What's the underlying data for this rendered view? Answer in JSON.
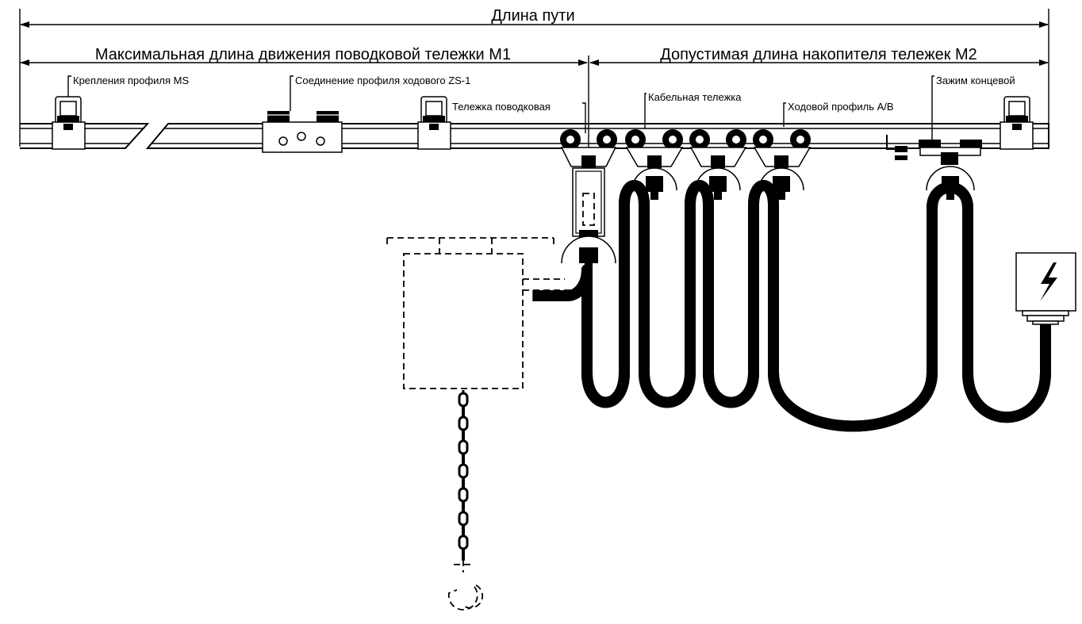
{
  "dimensions": {
    "track_length": "Длина пути",
    "m1_length": "Максимальная длина движения поводковой тележки M1",
    "m2_length": "Допустимая длина накопителя тележек M2"
  },
  "callouts": {
    "profile_mount": "Крепления профиля MS",
    "profile_joint": "Соединение профиля ходового ZS-1",
    "tow_trolley": "Тележка поводковая",
    "cable_trolley": "Кабельная тележка",
    "running_profile": "Ходовой профиль A/B",
    "end_clamp": "Зажим концевой"
  },
  "colors": {
    "line": "#000000",
    "background": "#ffffff"
  },
  "icons": [
    "lightning-icon",
    "hook-icon",
    "chain-icon"
  ]
}
